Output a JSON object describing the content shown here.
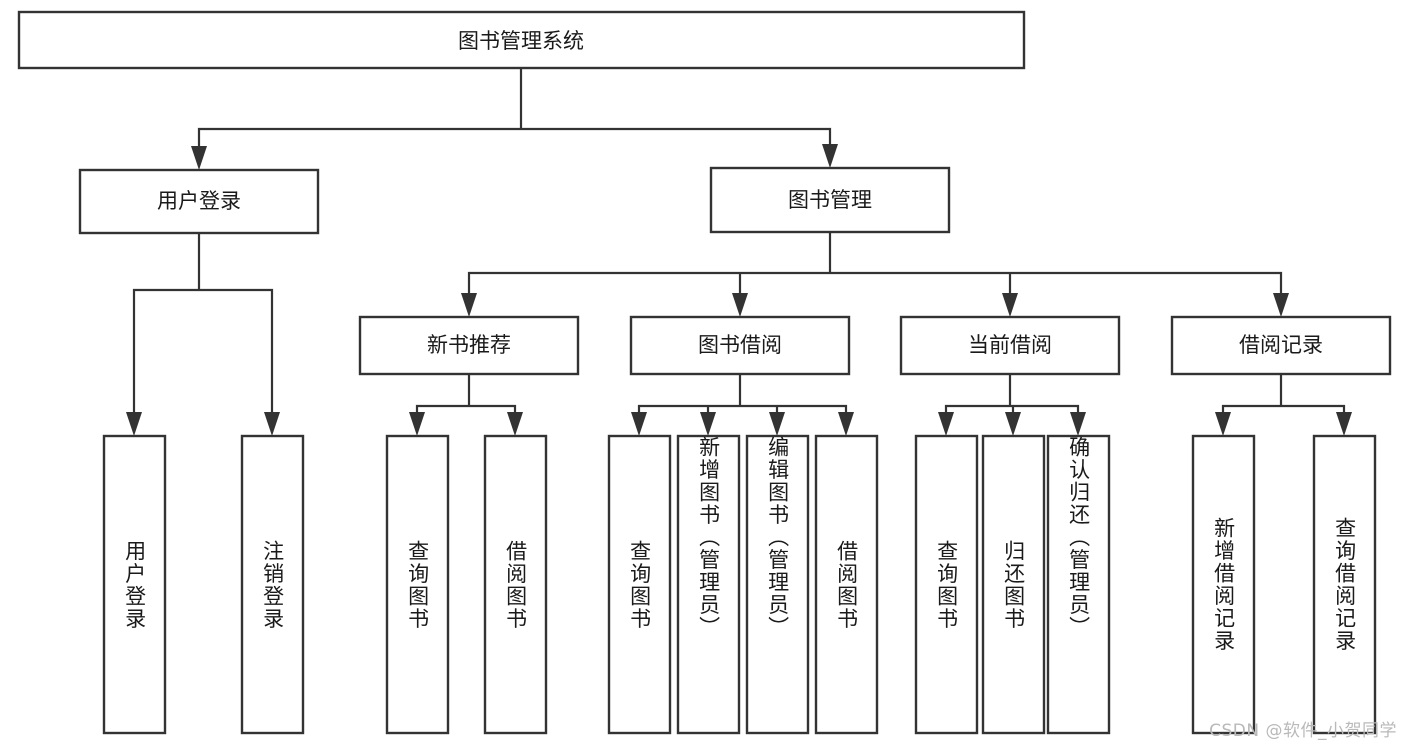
{
  "diagram": {
    "title": "图书管理系统",
    "type": "hierarchy-tree",
    "watermark": "CSDN @软件_小贺同学",
    "colors": {
      "box_stroke": "#333333",
      "box_fill": "#ffffff",
      "text": "#1a1a1a",
      "background": "#ffffff",
      "watermark": "#b9b9b9"
    },
    "root": {
      "label": "图书管理系统"
    },
    "level1": [
      {
        "label": "用户登录"
      },
      {
        "label": "图书管理"
      }
    ],
    "level2": [
      {
        "label": "新书推荐",
        "parent": "图书管理"
      },
      {
        "label": "图书借阅",
        "parent": "图书管理"
      },
      {
        "label": "当前借阅",
        "parent": "图书管理"
      },
      {
        "label": "借阅记录",
        "parent": "图书管理"
      }
    ],
    "leaves": [
      {
        "label": "用户登录",
        "parent": "用户登录"
      },
      {
        "label": "注销登录",
        "parent": "用户登录"
      },
      {
        "label": "查询图书",
        "parent": "新书推荐"
      },
      {
        "label": "借阅图书",
        "parent": "新书推荐"
      },
      {
        "label": "查询图书",
        "parent": "图书借阅"
      },
      {
        "label": "新增图书（管理员）",
        "parent": "图书借阅"
      },
      {
        "label": "编辑图书（管理员）",
        "parent": "图书借阅"
      },
      {
        "label": "借阅图书",
        "parent": "图书借阅"
      },
      {
        "label": "查询图书",
        "parent": "当前借阅"
      },
      {
        "label": "归还图书",
        "parent": "当前借阅"
      },
      {
        "label": "确认归还（管理员）",
        "parent": "当前借阅"
      },
      {
        "label": "新增借阅记录",
        "parent": "借阅记录"
      },
      {
        "label": "查询借阅记录",
        "parent": "借阅记录"
      }
    ]
  }
}
